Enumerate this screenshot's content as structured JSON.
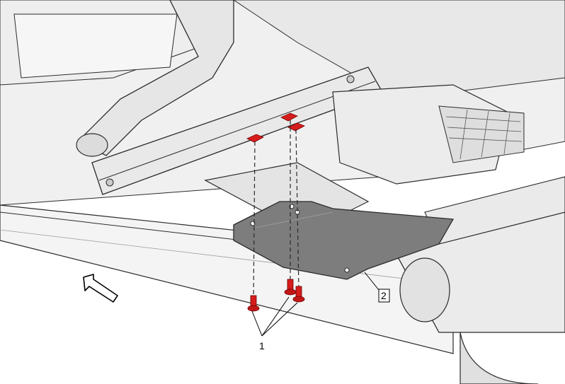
{
  "diagram": {
    "callouts": [
      {
        "id": "1",
        "label": "1"
      },
      {
        "id": "2",
        "label": "2"
      }
    ],
    "colors": {
      "fastener": "#d61c1c",
      "part": "#808080",
      "line": "#2b2b2b",
      "body": "#f2f2f2",
      "shadow": "#d9d9d9"
    },
    "icons": [
      "front-direction-arrow-icon"
    ]
  }
}
